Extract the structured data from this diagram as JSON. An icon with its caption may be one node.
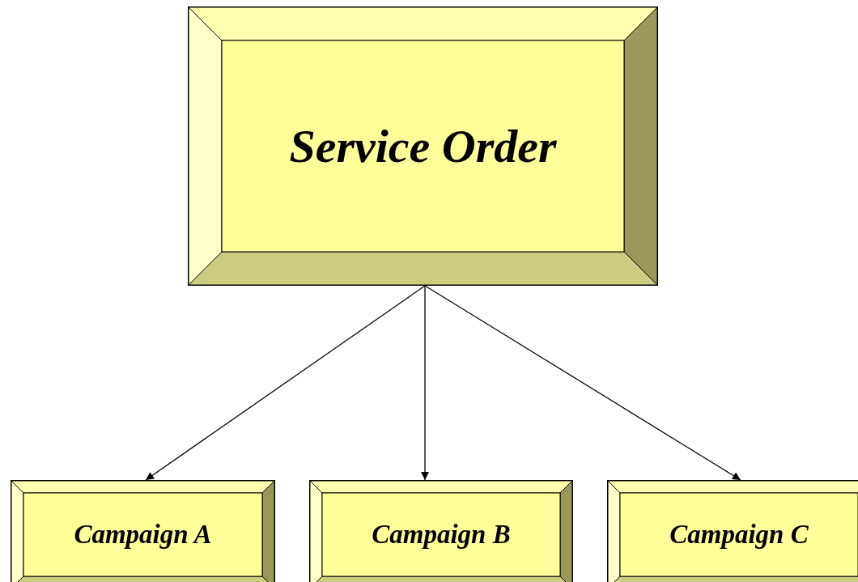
{
  "diagram": {
    "nodes": [
      {
        "text": [
          "Service Order"
        ]
      },
      {
        "text": [
          "Campaign A"
        ]
      },
      {
        "text": [
          "Campaign B"
        ]
      },
      {
        "text": [
          "Campaign C"
        ]
      }
    ],
    "edges": [
      {
        "from": 0,
        "to": 1,
        "arrow": "to"
      },
      {
        "from": 0,
        "to": 2,
        "arrow": "to"
      },
      {
        "from": 0,
        "to": 3,
        "arrow": "to"
      }
    ]
  }
}
